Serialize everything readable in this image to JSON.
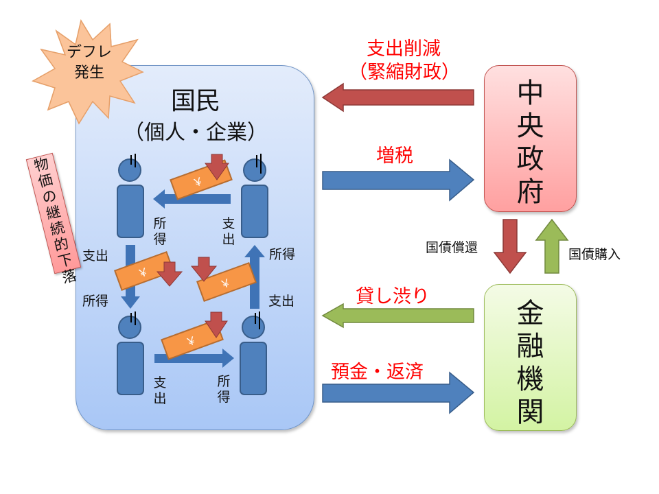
{
  "deflation_burst": {
    "line1": "デフレ",
    "line2": "発生"
  },
  "price_tag": {
    "text": "物価の継続的下落"
  },
  "people": {
    "title": "国民",
    "subtitle": "（個人・企業）",
    "flows": {
      "top_left_label": "所得",
      "top_right_label": "支出",
      "left_top_label": "支出",
      "left_bottom_label": "所得",
      "right_top_label": "所得",
      "right_bottom_label": "支出",
      "bottom_left_label": "支出",
      "bottom_right_label": "所得"
    },
    "yen_symbol": "￥"
  },
  "government": {
    "label": "中央政府"
  },
  "bank": {
    "label": "金融機関"
  },
  "arrows": {
    "spending_cut": {
      "line1": "支出削減",
      "line2": "（緊縮財政）",
      "color": "#c0504d"
    },
    "tax_increase": {
      "label": "増税",
      "color": "#4f81bd"
    },
    "bond_redemption": {
      "label": "国債償還",
      "color": "#c0504d"
    },
    "bond_purchase": {
      "label": "国債購入",
      "color": "#9bbb59"
    },
    "credit_crunch": {
      "label": "貸し渋り",
      "color": "#9bbb59"
    },
    "deposits_repayment": {
      "label": "預金・返済",
      "color": "#4f81bd"
    }
  },
  "colors": {
    "label_red": "#ff0000",
    "person_blue": "#4f81bd",
    "bill_orange": "#f79646",
    "burst_fill": "#fbc49a"
  }
}
